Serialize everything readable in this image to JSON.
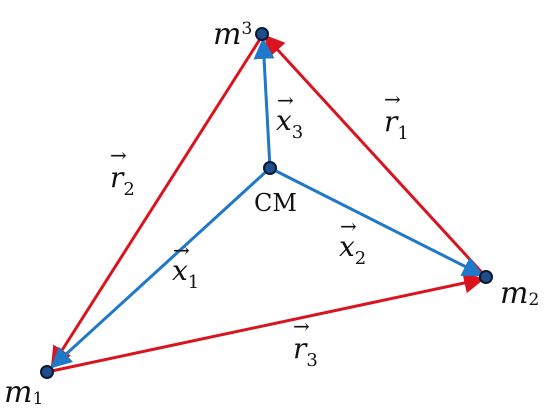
{
  "colors": {
    "r_vector": "#d9141e",
    "x_vector": "#1f78c8",
    "node_fill": "#1f4e8c",
    "node_stroke": "#0a1a33"
  },
  "labels": {
    "m1": {
      "base": "m",
      "sub": "1"
    },
    "m2": {
      "base": "m",
      "sub": "2"
    },
    "m3": {
      "base": "m",
      "sub": "3"
    },
    "cm": "CM",
    "r1": {
      "base": "r",
      "sub": "1"
    },
    "r2": {
      "base": "r",
      "sub": "2"
    },
    "r3": {
      "base": "r",
      "sub": "3"
    },
    "x1": {
      "base": "x",
      "sub": "1"
    },
    "x2": {
      "base": "x",
      "sub": "2"
    },
    "x3": {
      "base": "x",
      "sub": "3"
    },
    "arrow": "→"
  }
}
